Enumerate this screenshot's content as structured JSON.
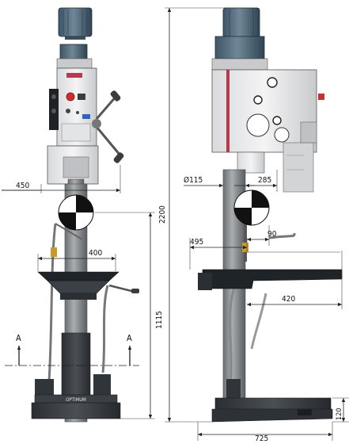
{
  "diagram": {
    "front_view": {
      "dim_head_reach": "450",
      "dim_column_offset": "400",
      "dim_table_height": "1115",
      "section_mark_left": "A",
      "section_mark_right": "A",
      "base_brand": "OPTIMUM"
    },
    "side_view": {
      "dim_total_height": "2200",
      "dim_column_diameter": "Ø115",
      "dim_spindle_reach": "285",
      "dim_quill_reach": "495",
      "dim_quill_offset": "90",
      "dim_table_reach": "420",
      "dim_base_height": "120",
      "dim_base_depth": "725"
    }
  }
}
